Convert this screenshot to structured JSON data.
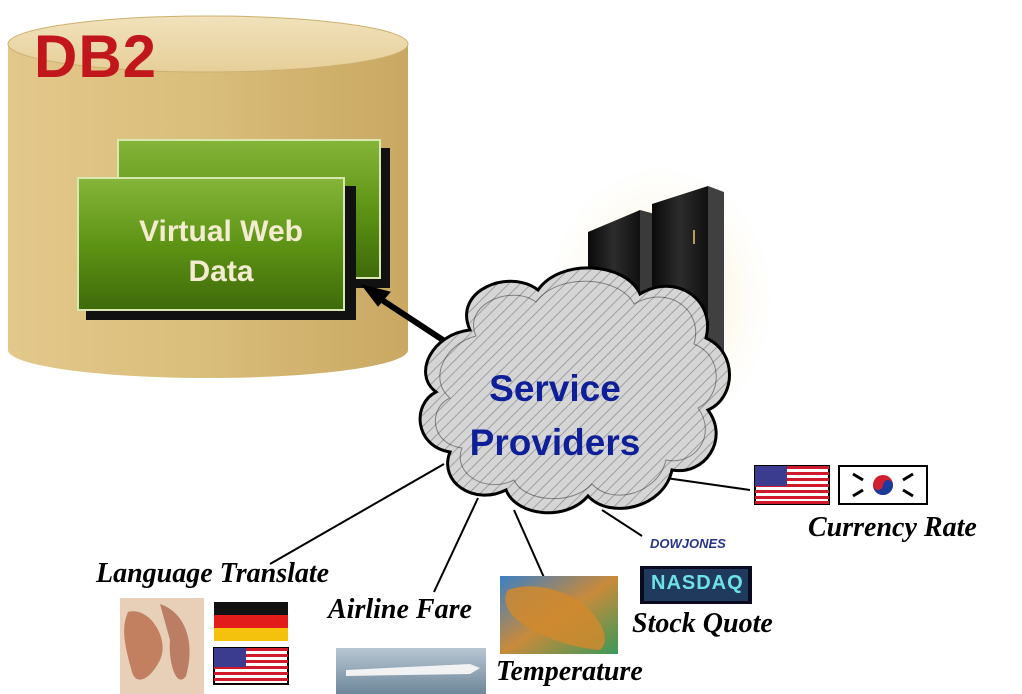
{
  "database": {
    "title": "DB2"
  },
  "virtual_web": {
    "line1": "Virtual Web",
    "line2": "Data"
  },
  "cloud": {
    "line1": "Service",
    "line2": "Providers"
  },
  "services": {
    "language_translate": "Language Translate",
    "airline_fare": "Airline Fare",
    "temperature": "Temperature",
    "stock_quote": "Stock Quote",
    "currency_rate": "Currency Rate"
  },
  "logos": {
    "dowjones": "DOWJONES",
    "nasdaq": "NASDAQ"
  },
  "colors": {
    "db_red": "#c0161c",
    "cylinder": "#dcc07e",
    "green_box": "#5b8c12",
    "cloud_text": "#0f1f97"
  },
  "icons": [
    "database-cylinder-icon",
    "server-tower-icon",
    "cloud-icon",
    "us-flag-icon",
    "korea-flag-icon",
    "germany-flag-icon",
    "weather-map-icon",
    "airplane-icon"
  ]
}
